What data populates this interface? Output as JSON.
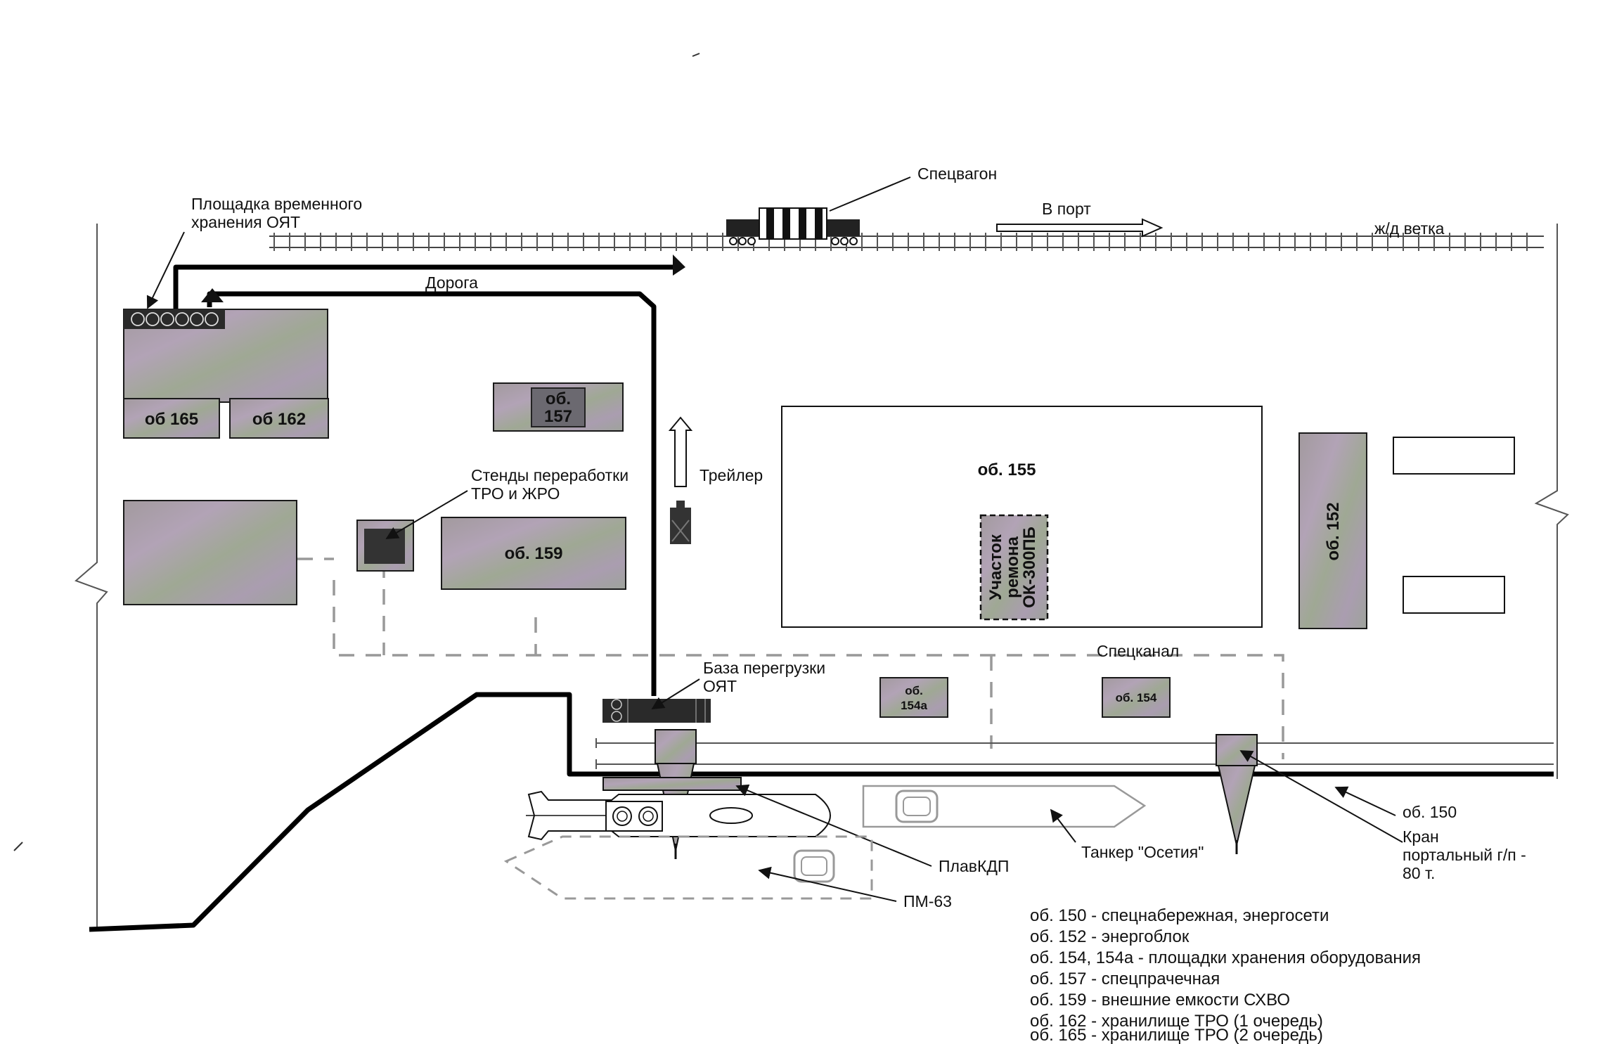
{
  "labels": {
    "spetsvagon": "Спецвагон",
    "v_port": "В порт",
    "zhd_vetka": "ж/д ветка",
    "ploshchadka_line1": "Площадка временного",
    "ploshchadka_line2": "хранения ОЯТ",
    "doroga": "Дорога",
    "ob165": "об 165",
    "ob162": "об 162",
    "ob157_line1": "об.",
    "ob157_line2": "157",
    "ob155": "об. 155",
    "ob152": "об. 152",
    "ob159": "об. 159",
    "ob154a_line1": "об.",
    "ob154a_line2": "154а",
    "ob154": "об. 154",
    "stendy_line1": "Стенды переработки",
    "stendy_line2": "ТРО и ЖРО",
    "treyler": "Трейлер",
    "uchastok_line1": "Участок",
    "uchastok_line2": "ремона",
    "uchastok_line3": "ОК-300ПБ",
    "spetskanal": "Спецканал",
    "baza_line1": "База перегрузки",
    "baza_line2": "ОЯТ",
    "ob150": "об. 150",
    "kran_line1": "Кран",
    "kran_line2": "портальный г/п -",
    "kran_line3": "80 т.",
    "tanker": "Танкер \"Осетия\"",
    "plavkdp": "ПлавКДП",
    "pm63": "ПМ-63"
  },
  "legend": [
    "об. 150 - спецнабережная, энергосети",
    "об. 152 - энергоблок",
    "об. 154, 154а - площадки хранения оборудования",
    "об. 157 - спецпрачечная",
    "об. 159 - внешние емкости СХВО",
    "об. 162 - хранилище ТРО (1 очередь)",
    "об. 165 - хранилище ТРО (2 очередь)"
  ]
}
